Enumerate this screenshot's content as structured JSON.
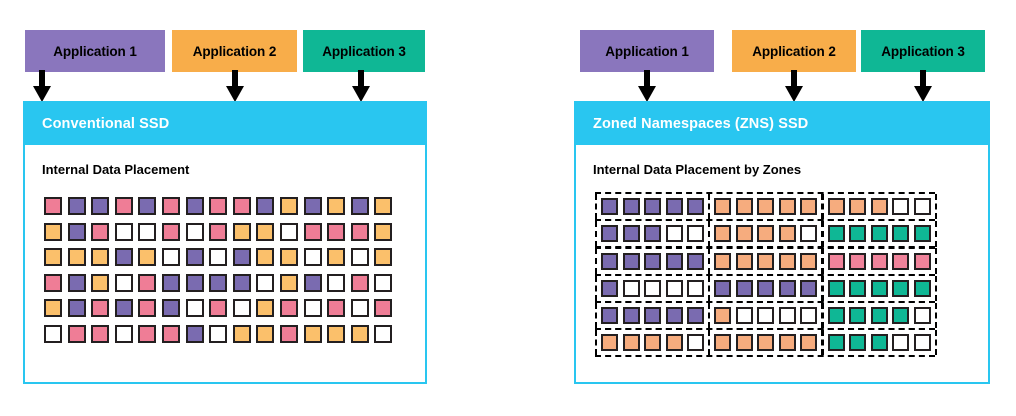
{
  "colors": {
    "accent_cyan": "#29c6f0",
    "app1_purple": "#8a76bd",
    "app2_orange": "#f8ad4a",
    "app3_teal": "#0fb795",
    "cell_pink": "#ef7d96",
    "cell_purple": "#7a6bb0",
    "cell_orange": "#fbc06b",
    "cell_peach": "#f6ac7e",
    "cell_teal": "#0fb795",
    "cell_pink2": "#f1839b",
    "cell_empty": "#ffffff",
    "cell_border": "#231f20",
    "header_text": "#ffffff",
    "body_text": "#000000"
  },
  "panels": [
    {
      "id": "conventional",
      "apps": [
        {
          "label": "Application 1",
          "color_key": "app1_purple"
        },
        {
          "label": "Application 2",
          "color_key": "app2_orange"
        },
        {
          "label": "Application 3",
          "color_key": "app3_teal"
        }
      ],
      "header_title": "Conventional SSD",
      "subtitle": "Internal Data Placement",
      "grid": {
        "rows": 6,
        "cols": 15,
        "cells": [
          [
            "pink",
            "purple",
            "purple",
            "pink",
            "purple",
            "pink",
            "purple",
            "pink",
            "pink",
            "purple",
            "orange",
            "purple",
            "orange",
            "purple",
            "orange"
          ],
          [
            "orange",
            "purple",
            "pink",
            "empty",
            "empty",
            "pink",
            "empty",
            "pink",
            "orange",
            "orange",
            "empty",
            "pink",
            "pink",
            "pink",
            "orange"
          ],
          [
            "orange",
            "orange",
            "orange",
            "purple",
            "orange",
            "empty",
            "purple",
            "empty",
            "purple",
            "orange",
            "orange",
            "empty",
            "orange",
            "empty",
            "orange"
          ],
          [
            "pink",
            "purple",
            "orange",
            "empty",
            "pink",
            "purple",
            "purple",
            "purple",
            "purple",
            "empty",
            "orange",
            "purple",
            "empty",
            "pink",
            "empty"
          ],
          [
            "orange",
            "purple",
            "pink",
            "purple",
            "pink",
            "purple",
            "empty",
            "pink",
            "empty",
            "orange",
            "pink",
            "empty",
            "pink",
            "empty",
            "pink"
          ],
          [
            "empty",
            "pink",
            "pink",
            "empty",
            "pink",
            "pink",
            "purple",
            "empty",
            "orange",
            "orange",
            "pink",
            "orange",
            "orange",
            "orange",
            "empty"
          ]
        ]
      }
    },
    {
      "id": "zns",
      "apps": [
        {
          "label": "Application 1",
          "color_key": "app1_purple"
        },
        {
          "label": "Application 2",
          "color_key": "app2_orange"
        },
        {
          "label": "Application 3",
          "color_key": "app3_teal"
        }
      ],
      "header_title": "Zoned Namespaces (ZNS) SSD",
      "subtitle": "Internal Data Placement by Zones",
      "grid": {
        "rows": 6,
        "cols": 15,
        "zones": 3,
        "zone_cols": 5,
        "cells": [
          [
            "purple",
            "purple",
            "purple",
            "purple",
            "purple",
            "peach",
            "peach",
            "peach",
            "peach",
            "peach",
            "peach",
            "peach",
            "peach",
            "empty",
            "empty"
          ],
          [
            "purple",
            "purple",
            "purple",
            "empty",
            "empty",
            "peach",
            "peach",
            "peach",
            "peach",
            "empty",
            "teal",
            "teal",
            "teal",
            "teal",
            "teal"
          ],
          [
            "purple",
            "purple",
            "purple",
            "purple",
            "purple",
            "peach",
            "peach",
            "peach",
            "peach",
            "peach",
            "pink2",
            "pink2",
            "pink2",
            "pink2",
            "pink2"
          ],
          [
            "purple",
            "empty",
            "empty",
            "empty",
            "empty",
            "purple",
            "purple",
            "purple",
            "purple",
            "purple",
            "teal",
            "teal",
            "teal",
            "teal",
            "teal"
          ],
          [
            "purple",
            "purple",
            "purple",
            "purple",
            "purple",
            "peach",
            "empty",
            "empty",
            "empty",
            "empty",
            "teal",
            "teal",
            "teal",
            "teal",
            "empty"
          ],
          [
            "peach",
            "peach",
            "peach",
            "peach",
            "empty",
            "peach",
            "peach",
            "peach",
            "peach",
            "peach",
            "teal",
            "teal",
            "teal",
            "empty",
            "empty"
          ]
        ]
      }
    }
  ],
  "icons": {
    "arrow": "down-arrow-icon"
  }
}
